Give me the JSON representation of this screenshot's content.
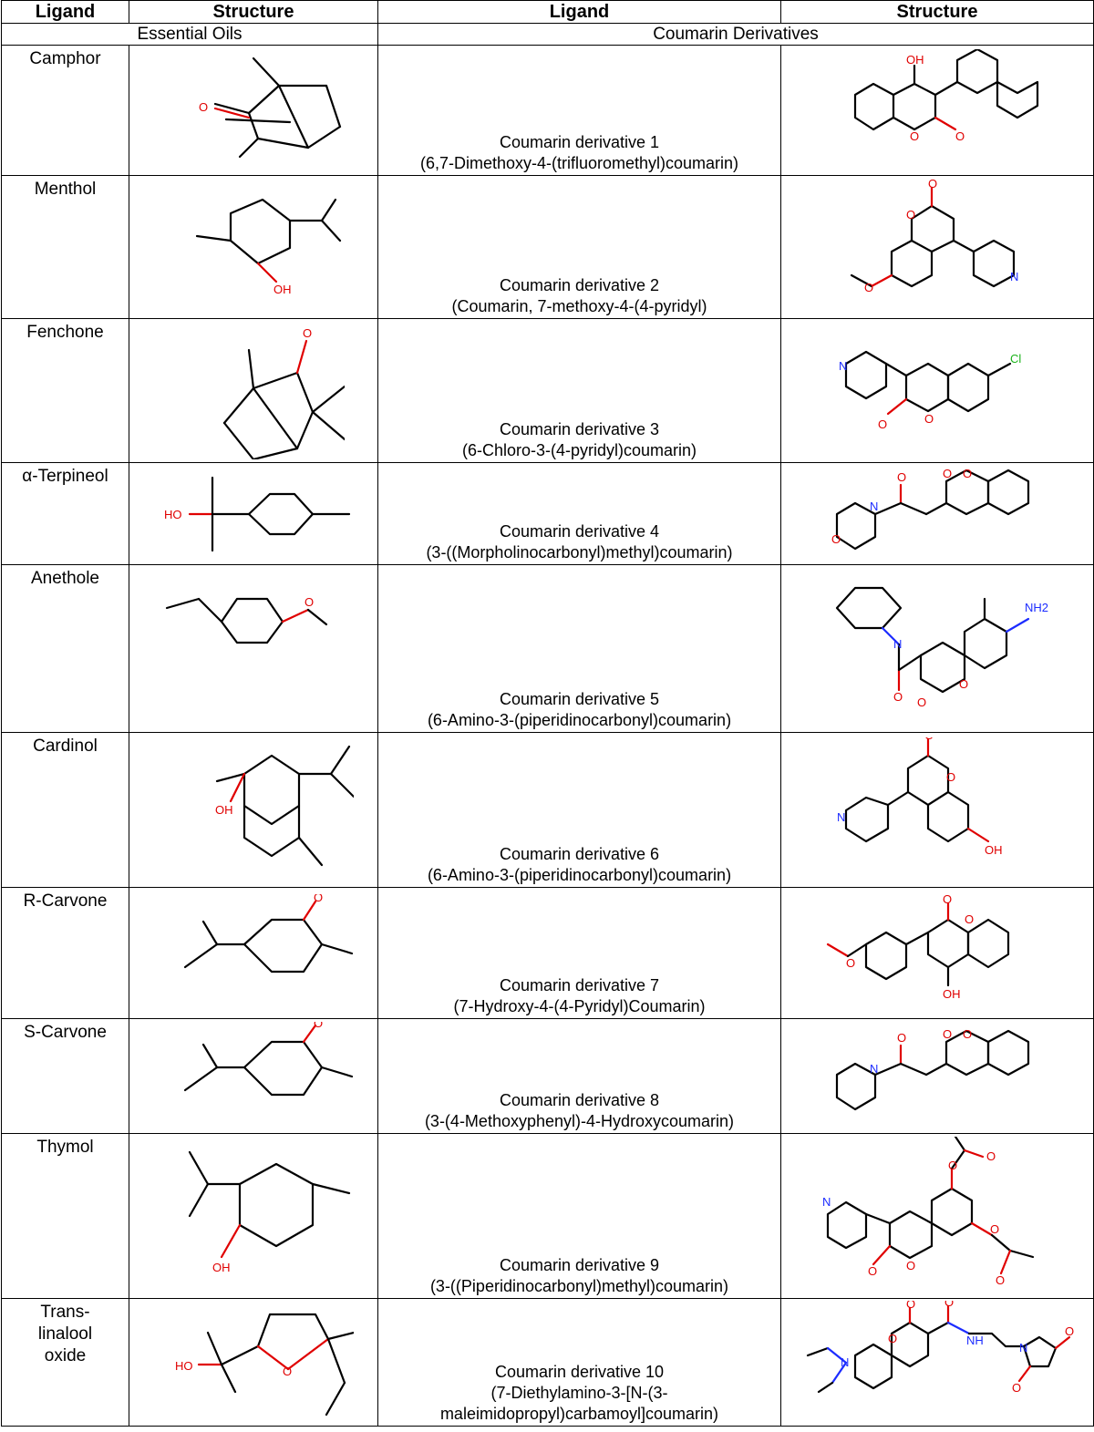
{
  "headers": [
    "Ligand",
    "Structure",
    "Ligand",
    "Structure"
  ],
  "sections": {
    "left": "Essential Oils",
    "right": "Coumarin Derivatives"
  },
  "rows": [
    {
      "oil": "Camphor",
      "oil_icon": "camphor-structure",
      "derivative": "Coumarin derivative 1",
      "derivative_detail": "(6,7-Dimethoxy-4-(trifluoromethyl)coumarin)",
      "atoms_left": [
        "O"
      ],
      "atoms_right": [
        "OH",
        "O",
        "O"
      ]
    },
    {
      "oil": "Menthol",
      "oil_icon": "menthol-structure",
      "derivative": "Coumarin derivative 2",
      "derivative_detail": "(Coumarin, 7-methoxy-4-(4-pyridyl)",
      "atoms_left": [
        "OH"
      ],
      "atoms_right": [
        "O",
        "O",
        "O",
        "N"
      ]
    },
    {
      "oil": "Fenchone",
      "oil_icon": "fenchone-structure",
      "derivative": "Coumarin derivative 3",
      "derivative_detail": "(6-Chloro-3-(4-pyridyl)coumarin)",
      "atoms_left": [
        "O"
      ],
      "atoms_right": [
        "N",
        "Cl",
        "O",
        "O"
      ]
    },
    {
      "oil": "α-Terpineol",
      "oil_icon": "terpineol-structure",
      "derivative": "Coumarin derivative 4",
      "derivative_detail": "(3-((Morpholinocarbonyl)methyl)coumarin)",
      "atoms_left": [
        "HO"
      ],
      "atoms_right": [
        "O",
        "O",
        "O",
        "N",
        "O"
      ]
    },
    {
      "oil": "Anethole",
      "oil_icon": "anethole-structure",
      "derivative": "Coumarin derivative 5",
      "derivative_detail": "(6-Amino-3-(piperidinocarbonyl)coumarin)",
      "atoms_left": [
        "O"
      ],
      "atoms_right": [
        "NH2",
        "N",
        "O",
        "O",
        "O"
      ]
    },
    {
      "oil": "Cardinol",
      "oil_icon": "cardinol-structure",
      "derivative": "Coumarin derivative 6",
      "derivative_detail": "(6-Amino-3-(piperidinocarbonyl)coumarin)",
      "atoms_left": [
        "OH"
      ],
      "atoms_right": [
        "O",
        "O",
        "N",
        "OH"
      ]
    },
    {
      "oil": "R-Carvone",
      "oil_icon": "r-carvone-structure",
      "derivative": "Coumarin derivative 7",
      "derivative_detail": "(7-Hydroxy-4-(4-Pyridyl)Coumarin)",
      "atoms_left": [
        "O"
      ],
      "atoms_right": [
        "O",
        "O",
        "O",
        "OH"
      ]
    },
    {
      "oil": "S-Carvone",
      "oil_icon": "s-carvone-structure",
      "derivative": "Coumarin derivative 8",
      "derivative_detail": "(3-(4-Methoxyphenyl)-4-Hydroxycoumarin)",
      "atoms_left": [
        "O"
      ],
      "atoms_right": [
        "O",
        "O",
        "O",
        "N"
      ]
    },
    {
      "oil": "Thymol",
      "oil_icon": "thymol-structure",
      "derivative": "Coumarin derivative 9",
      "derivative_detail": "(3-((Piperidinocarbonyl)methyl)coumarin)",
      "atoms_left": [
        "OH"
      ],
      "atoms_right": [
        "O",
        "O",
        "N",
        "O",
        "O",
        "O",
        "O"
      ]
    },
    {
      "oil": "Trans-\nlinalool\noxide",
      "oil_lines": [
        "Trans-",
        "linalool",
        "oxide"
      ],
      "oil_icon": "linalool-oxide-structure",
      "derivative": "Coumarin derivative 10",
      "derivative_detail_lines": [
        "(7-Diethylamino-3-[N-(3-",
        "maleimidopropyl)carbamoyl]coumarin)"
      ],
      "atoms_left": [
        "HO",
        "O"
      ],
      "atoms_right": [
        "O",
        "O",
        "O",
        "N",
        "NH",
        "N",
        "O",
        "O"
      ]
    }
  ]
}
